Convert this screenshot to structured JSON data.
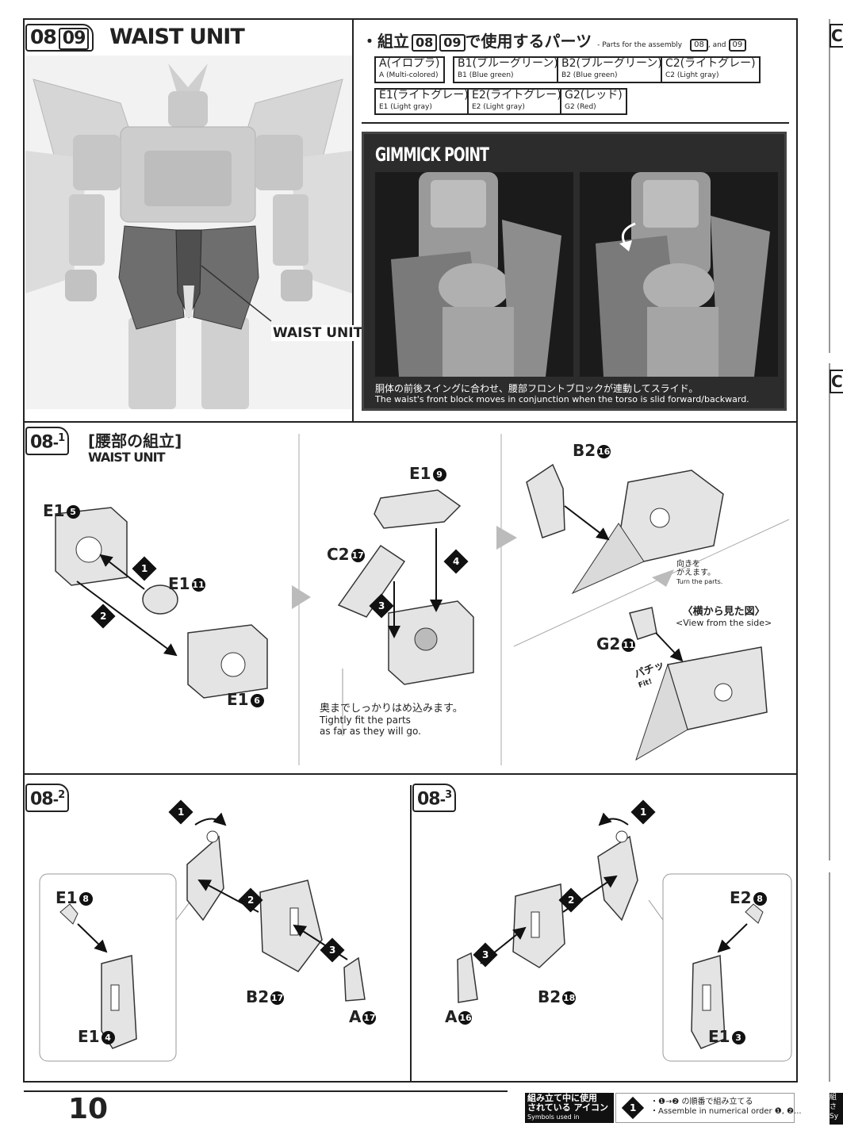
{
  "header": {
    "tags": [
      "08",
      "09"
    ],
    "title": "WAIST UNIT",
    "callout_label": "WAIST UNIT"
  },
  "parts_section": {
    "title_jp_prefix": "・組立",
    "title_jp_suffix": "で使用するパーツ",
    "title_en": "- Parts for the assembly",
    "title_en_and": ", and",
    "parts": [
      {
        "jp": "A(イロプラ)",
        "en": "A (Multi-colored)"
      },
      {
        "jp": "B1(ブルーグリーン)",
        "en": "B1 (Blue green)"
      },
      {
        "jp": "B2(ブルーグリーン)",
        "en": "B2 (Blue green)"
      },
      {
        "jp": "C2(ライトグレー)",
        "en": "C2 (Light gray)"
      },
      {
        "jp": "E1(ライトグレー)",
        "en": "E1 (Light gray)"
      },
      {
        "jp": "E2(ライトグレー)",
        "en": "E2 (Light gray)"
      },
      {
        "jp": "G2(レッド)",
        "en": "G2 (Red)"
      }
    ]
  },
  "gimmick": {
    "title": "GIMMICK POINT",
    "caption_jp": "胴体の前後スイングに合わせ、腰部フロントブロックが連動してスライド。",
    "caption_en": "The waist's front block moves in conjunction when the torso is slid forward/backward."
  },
  "step_08_1": {
    "tag_main": "08",
    "tag_sub": "1",
    "title_jp": "[腰部の組立]",
    "title_en": "WAIST UNIT",
    "labels": {
      "e1_5": "E1",
      "e1_5_num": "5",
      "e1_11": "E1",
      "e1_11_num": "11",
      "e1_6": "E1",
      "e1_6_num": "6",
      "e1_9": "E1",
      "e1_9_num": "9",
      "c2_17": "C2",
      "c2_17_num": "17",
      "b2_16": "B2",
      "b2_16_num": "16",
      "g2_11": "G2",
      "g2_11_num": "11"
    },
    "note_jp": "奥までしっかりはめ込みます。",
    "note_en_1": "Tightly fit the parts",
    "note_en_2": "as far as they will go.",
    "turn_jp_1": "向きを",
    "turn_jp_2": "かえます。",
    "turn_en": "Turn the parts.",
    "side_view_jp": "〈横から見た図〉",
    "side_view_en": "<View from the side>",
    "fit_jp": "パチッ",
    "fit_en": "Fit!"
  },
  "step_08_2": {
    "tag_main": "08",
    "tag_sub": "2",
    "labels": {
      "e1_8": "E1",
      "e1_8_num": "8",
      "e1_4": "E1",
      "e1_4_num": "4",
      "b2_17": "B2",
      "b2_17_num": "17",
      "a_17": "A",
      "a_17_num": "17"
    }
  },
  "step_08_3": {
    "tag_main": "08",
    "tag_sub": "3",
    "labels": {
      "e2_8": "E2",
      "e2_8_num": "8",
      "e1_3": "E1",
      "e1_3_num": "3",
      "b2_18": "B2",
      "b2_18_num": "18",
      "a_16": "A",
      "a_16_num": "16"
    }
  },
  "steps": [
    "1",
    "2",
    "3",
    "4"
  ],
  "footer": {
    "page_number": "10",
    "legend_jp_1": "組み立て中に使用",
    "legend_jp_2": "されている アイコン",
    "legend_en": "Symbols used in instructions",
    "legend_step": "1",
    "order_jp": "・❶→❷ の順番で組み立てる",
    "order_en": "・Assemble in numerical order ❶, ❷...",
    "edge_jp": "組",
    "edge_jp2": "さ",
    "edge_en": "Sy"
  }
}
